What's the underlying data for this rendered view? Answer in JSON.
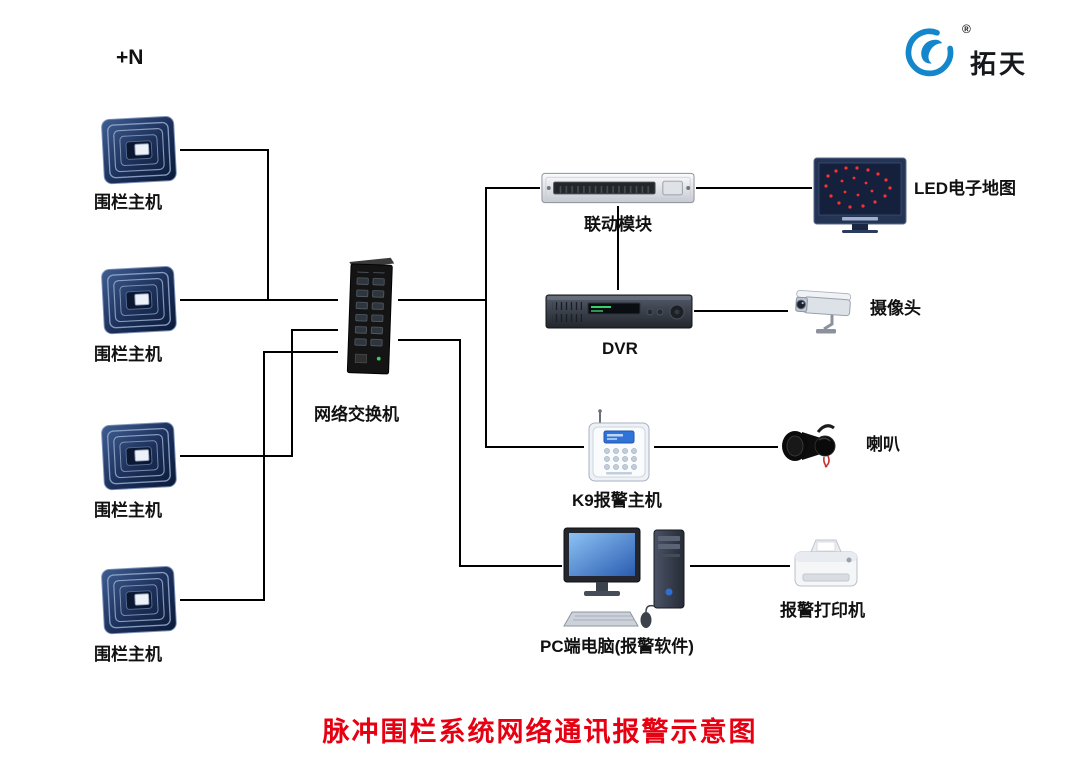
{
  "page": {
    "title": "脉冲围栏系统网络通讯报警示意图",
    "title_color": "#e60012",
    "background": "#ffffff",
    "line_color": "#000000"
  },
  "logo": {
    "brand": "拓天",
    "registered": "®",
    "swirl_color": "#1487cc",
    "icon": "swirl-logo-icon"
  },
  "annotations": {
    "plus_n": "+N"
  },
  "nodes": {
    "fence_hosts": [
      {
        "label": "围栏主机"
      },
      {
        "label": "围栏主机"
      },
      {
        "label": "围栏主机"
      },
      {
        "label": "围栏主机"
      }
    ],
    "switch": {
      "label": "网络交换机"
    },
    "linkage_module": {
      "label": "联动模块"
    },
    "led_map": {
      "label": "LED电子地图"
    },
    "dvr": {
      "label": "DVR"
    },
    "camera": {
      "label": "摄像头"
    },
    "k9_host": {
      "label": "K9报警主机"
    },
    "horn": {
      "label": "喇叭"
    },
    "pc": {
      "label": "PC端电脑(报警软件)"
    },
    "printer": {
      "label": "报警打印机"
    }
  },
  "connections": [
    {
      "from": "围栏主机(1)",
      "to": "网络交换机"
    },
    {
      "from": "围栏主机(2)",
      "to": "网络交换机"
    },
    {
      "from": "围栏主机(3)",
      "to": "网络交换机"
    },
    {
      "from": "围栏主机(4)",
      "to": "网络交换机"
    },
    {
      "from": "网络交换机",
      "to": "联动模块"
    },
    {
      "from": "联动模块",
      "to": "LED电子地图"
    },
    {
      "from": "联动模块",
      "to": "DVR"
    },
    {
      "from": "DVR",
      "to": "摄像头"
    },
    {
      "from": "网络交换机",
      "to": "K9报警主机"
    },
    {
      "from": "K9报警主机",
      "to": "喇叭"
    },
    {
      "from": "网络交换机",
      "to": "PC端电脑(报警软件)"
    },
    {
      "from": "PC端电脑(报警软件)",
      "to": "报警打印机"
    }
  ]
}
